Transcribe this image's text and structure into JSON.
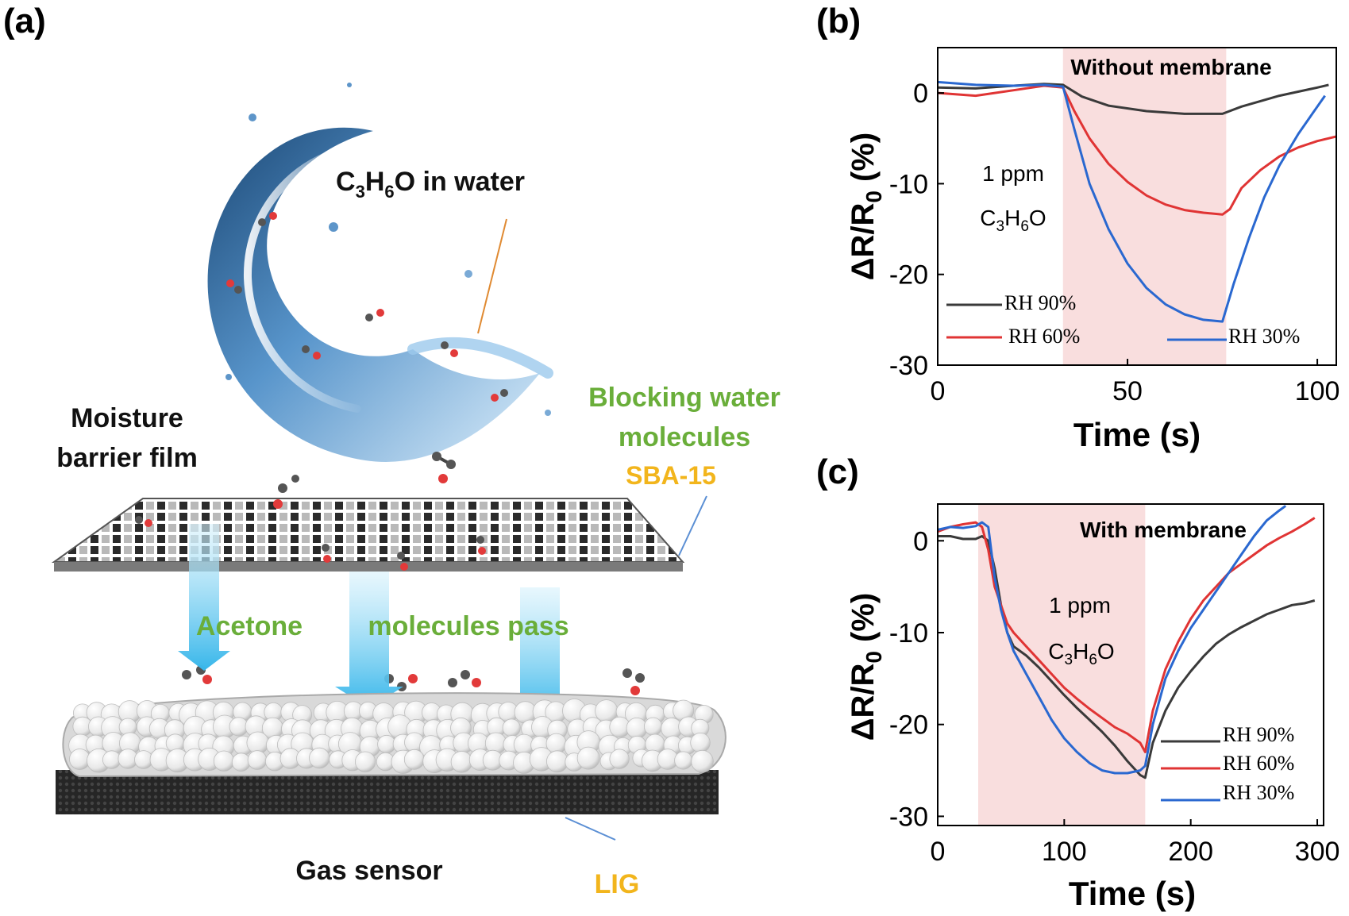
{
  "panel_labels": {
    "a": "(a)",
    "b": "(b)",
    "c": "(c)"
  },
  "schematic": {
    "solution_label_parts": [
      "C",
      "3",
      "H",
      "6",
      "O in water"
    ],
    "moisture_barrier_film": [
      "Moisture",
      "barrier film"
    ],
    "blocking_water_molecules": [
      "Blocking water",
      "molecules"
    ],
    "sba15": "SBA-15",
    "acetone_molecules_pass": [
      "Acetone",
      "molecules pass"
    ],
    "gas_sensor": "Gas sensor",
    "lig": "LIG"
  },
  "colors": {
    "rh90": "#3a3a3a",
    "rh60": "#e03434",
    "rh30": "#2a68d0",
    "shade": "#f9dede",
    "green_label": "#6aae3a",
    "yellow_label": "#f2b51c",
    "arrow_blue": "#4fc3ee"
  },
  "chart_data": [
    {
      "panel": "(b)",
      "type": "line",
      "annotation_title": "Without membrane",
      "annotation_conc": "1 ppm",
      "annotation_gas_parts": [
        "C",
        "3",
        "H",
        "6",
        "O"
      ],
      "xlabel": "Time (s)",
      "ylabel_parts": [
        "ΔR/R",
        "0",
        " (%)"
      ],
      "xlim": [
        0,
        105
      ],
      "ylim": [
        -30,
        5
      ],
      "xticks": [
        0,
        50,
        100
      ],
      "yticks": [
        0,
        -10,
        -20,
        -30
      ],
      "shaded_interval": [
        33,
        76
      ],
      "legend": [
        "RH 90%",
        "RH 60%",
        "RH 30%"
      ],
      "series": [
        {
          "name": "RH 90%",
          "color": "#3a3a3a",
          "x": [
            0,
            10,
            20,
            28,
            33,
            38,
            45,
            55,
            65,
            75,
            80,
            90,
            100,
            103
          ],
          "y": [
            0.6,
            0.5,
            0.8,
            1.0,
            0.9,
            -0.4,
            -1.4,
            -2.0,
            -2.3,
            -2.3,
            -1.5,
            -0.3,
            0.6,
            0.9
          ]
        },
        {
          "name": "RH 60%",
          "color": "#e03434",
          "x": [
            0,
            10,
            20,
            28,
            33,
            36,
            40,
            45,
            50,
            55,
            60,
            65,
            70,
            75,
            77,
            80,
            85,
            90,
            95,
            100,
            105
          ],
          "y": [
            0.0,
            -0.3,
            0.3,
            0.8,
            0.6,
            -2.0,
            -5.0,
            -7.8,
            -9.8,
            -11.3,
            -12.3,
            -12.9,
            -13.2,
            -13.4,
            -12.8,
            -10.5,
            -8.5,
            -7.0,
            -6.0,
            -5.3,
            -4.8
          ]
        },
        {
          "name": "RH 30%",
          "color": "#2a68d0",
          "x": [
            0,
            10,
            20,
            28,
            33,
            36,
            40,
            45,
            50,
            55,
            60,
            65,
            70,
            75,
            78,
            82,
            86,
            90,
            95,
            100,
            102
          ],
          "y": [
            1.2,
            0.9,
            0.8,
            0.9,
            0.7,
            -4.0,
            -10.0,
            -15.0,
            -18.8,
            -21.5,
            -23.3,
            -24.4,
            -25.0,
            -25.2,
            -21.0,
            -16.0,
            -11.5,
            -8.0,
            -4.5,
            -1.5,
            -0.3
          ]
        }
      ]
    },
    {
      "panel": "(c)",
      "type": "line",
      "annotation_title": "With membrane",
      "annotation_conc": "1 ppm",
      "annotation_gas_parts": [
        "C",
        "3",
        "H",
        "6",
        "O"
      ],
      "xlabel": "Time (s)",
      "ylabel_parts": [
        "ΔR/R",
        "0",
        " (%)"
      ],
      "xlim": [
        0,
        305
      ],
      "ylim": [
        -31,
        4
      ],
      "xticks": [
        0,
        100,
        200,
        300
      ],
      "yticks": [
        0,
        -10,
        -20,
        -30
      ],
      "shaded_interval": [
        32,
        164
      ],
      "legend": [
        "RH 90%",
        "RH 60%",
        "RH 30%"
      ],
      "series": [
        {
          "name": "RH 90%",
          "color": "#3a3a3a",
          "x": [
            0,
            10,
            20,
            30,
            35,
            40,
            45,
            50,
            55,
            60,
            70,
            80,
            90,
            100,
            110,
            120,
            130,
            140,
            150,
            160,
            164,
            170,
            180,
            190,
            200,
            210,
            220,
            230,
            240,
            250,
            260,
            270,
            280,
            290,
            298
          ],
          "y": [
            0.5,
            0.5,
            0.2,
            0.2,
            0.5,
            0.0,
            -3.0,
            -7.0,
            -10.0,
            -11.5,
            -12.5,
            -13.8,
            -15.3,
            -16.8,
            -18.2,
            -19.5,
            -20.8,
            -22.3,
            -24.0,
            -25.5,
            -25.8,
            -22.0,
            -18.5,
            -16.0,
            -14.2,
            -12.6,
            -11.2,
            -10.2,
            -9.4,
            -8.7,
            -8.0,
            -7.5,
            -7.0,
            -6.8,
            -6.5
          ]
        },
        {
          "name": "RH 60%",
          "color": "#e03434",
          "x": [
            0,
            10,
            20,
            30,
            35,
            40,
            45,
            50,
            55,
            60,
            70,
            80,
            90,
            100,
            110,
            120,
            130,
            140,
            150,
            160,
            164,
            170,
            180,
            190,
            200,
            210,
            220,
            230,
            240,
            250,
            260,
            270,
            280,
            290,
            298
          ],
          "y": [
            1.0,
            1.5,
            1.8,
            2.0,
            1.5,
            -1.0,
            -5.0,
            -7.0,
            -9.0,
            -10.0,
            -11.5,
            -13.0,
            -14.5,
            -16.0,
            -17.2,
            -18.3,
            -19.3,
            -20.3,
            -21.0,
            -22.0,
            -23.0,
            -18.5,
            -14.0,
            -11.0,
            -8.5,
            -6.5,
            -5.0,
            -3.5,
            -2.5,
            -1.5,
            -0.5,
            0.3,
            1.0,
            1.8,
            2.5
          ]
        },
        {
          "name": "RH 30%",
          "color": "#2a68d0",
          "x": [
            0,
            10,
            20,
            30,
            35,
            40,
            45,
            50,
            55,
            60,
            70,
            80,
            90,
            100,
            110,
            120,
            130,
            140,
            150,
            160,
            164,
            170,
            180,
            190,
            200,
            210,
            220,
            230,
            240,
            250,
            260,
            270,
            275
          ],
          "y": [
            1.2,
            1.5,
            1.4,
            1.6,
            2.0,
            1.5,
            -4.0,
            -7.5,
            -10.0,
            -12.0,
            -14.5,
            -17.0,
            -19.5,
            -21.5,
            -23.0,
            -24.2,
            -25.0,
            -25.3,
            -25.3,
            -25.0,
            -24.5,
            -20.0,
            -15.0,
            -12.0,
            -9.5,
            -7.5,
            -5.5,
            -3.5,
            -1.5,
            0.5,
            2.2,
            3.3,
            3.8
          ]
        }
      ]
    }
  ]
}
